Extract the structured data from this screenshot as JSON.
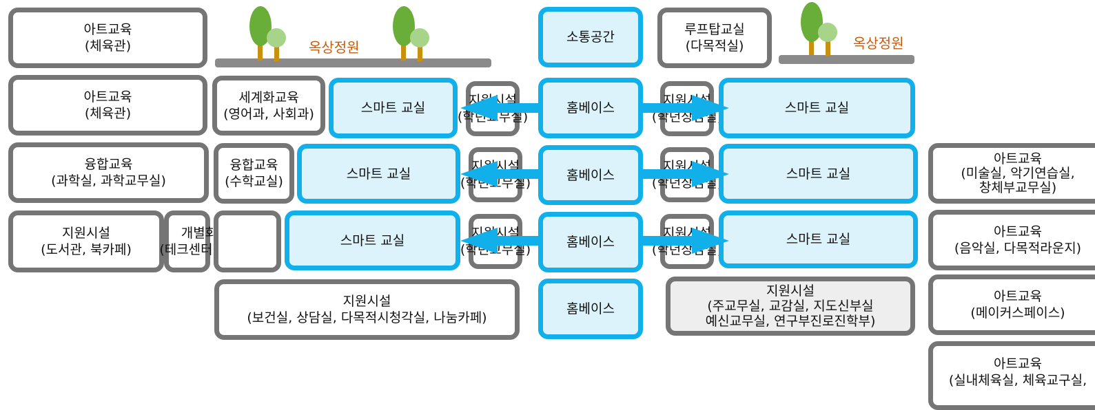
{
  "rooftop_left": {
    "label": "옥상정원"
  },
  "rooftop_right": {
    "label": "옥상정원"
  },
  "colors": {
    "accent_blue": "#12b0ea",
    "fill_blue": "#dcf3fc",
    "border_gray": "#757575",
    "garden_orange": "#c85a0a"
  },
  "boxes": {
    "art_gym_1": [
      "아트교육",
      "(체육관)"
    ],
    "art_gym_2": [
      "아트교육",
      "(체육관)"
    ],
    "fusion_science": [
      "융합교육",
      "(과학실, 과학교무실)"
    ],
    "support_library": [
      "지원시설",
      "(도서관, 북카페)"
    ],
    "individual_edu": [
      "개별화교육",
      "(테크센터, AI교실)"
    ],
    "global_edu": [
      "세계화교육",
      "(영어과, 사회과)"
    ],
    "fusion_math": [
      "융합교육",
      "(수학교실)"
    ],
    "smart_left_1": [
      "스마트 교실"
    ],
    "smart_left_2": [
      "스마트 교실"
    ],
    "smart_left_3": [
      "스마트 교실"
    ],
    "support_left_1": [
      "지원시설",
      "(학년교무실)"
    ],
    "support_left_2": [
      "지원시설",
      "(학년교무실)"
    ],
    "support_left_3": [
      "지원시설",
      "(학년교무실)"
    ],
    "comm_space": [
      "소통공간"
    ],
    "homebase_1": [
      "홈베이스"
    ],
    "homebase_2": [
      "홈베이스"
    ],
    "homebase_3": [
      "홈베이스"
    ],
    "homebase_4": [
      "홈베이스"
    ],
    "rooftop_class": [
      "루프탑교실",
      "(다목적실)"
    ],
    "support_right_1": [
      "지원시설",
      "(학년상담실)"
    ],
    "support_right_2": [
      "지원시설",
      "(학년상담실)"
    ],
    "support_right_3": [
      "지원시설",
      "(학년상담실)"
    ],
    "smart_right_1": [
      "스마트 교실"
    ],
    "smart_right_2": [
      "스마트 교실"
    ],
    "smart_right_3": [
      "스마트 교실"
    ],
    "support_health": [
      "지원시설",
      "(보건실, 상담실, 다목적시청각실, 나눔카페)"
    ],
    "support_admin": [
      "지원시설",
      "(주교무실, 교감실, 지도신부실",
      "예신교무실, 연구부진로진학부)"
    ],
    "art_music_room": [
      "아트교육",
      "(미술실, 악기연습실,",
      "창체부교무실)"
    ],
    "art_music": [
      "아트교육",
      "(음악실, 다목적라운지)"
    ],
    "art_maker": [
      "아트교육",
      "(메이커스페이스)"
    ],
    "art_indoor_pe": [
      "아트교육",
      "(실내체육실, 체육교구실,"
    ]
  }
}
